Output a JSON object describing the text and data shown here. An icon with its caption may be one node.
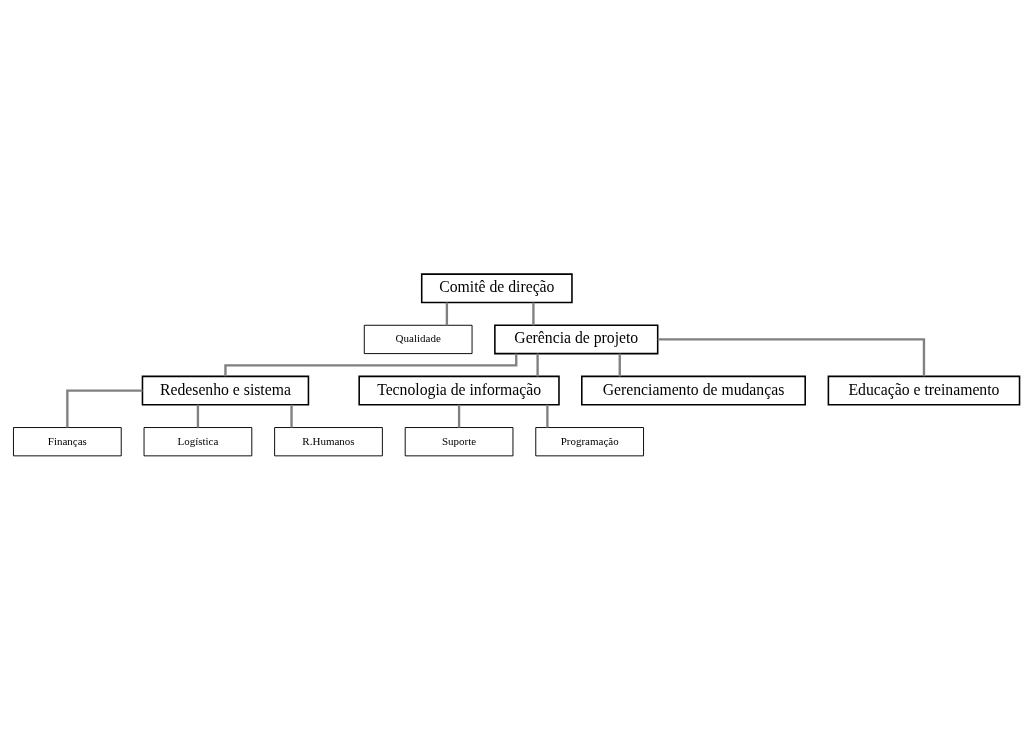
{
  "diagram": {
    "nodes": [
      {
        "text": [
          "Comitê de direção"
        ]
      },
      {
        "text": [
          "Qualidade"
        ]
      },
      {
        "text": [
          "Gerência de projeto"
        ]
      },
      {
        "text": [
          "Redesenho e sistema"
        ]
      },
      {
        "text": [
          "Tecnologia de informação"
        ]
      },
      {
        "text": [
          "Gerenciamento de mudanças"
        ]
      },
      {
        "text": [
          "Educação e treinamento"
        ]
      },
      {
        "text": [
          "Finanças"
        ]
      },
      {
        "text": [
          "Logística"
        ]
      },
      {
        "text": [
          "R.Humanos"
        ]
      },
      {
        "text": [
          "Suporte"
        ]
      },
      {
        "text": [
          "Programação"
        ]
      }
    ],
    "edges": [
      {
        "from": 0,
        "to": 1,
        "arrow": "none"
      },
      {
        "from": 0,
        "to": 2,
        "arrow": "none"
      },
      {
        "from": 2,
        "to": 3,
        "arrow": "none"
      },
      {
        "from": 2,
        "to": 4,
        "arrow": "none"
      },
      {
        "from": 2,
        "to": 5,
        "arrow": "none"
      },
      {
        "from": 2,
        "to": 6,
        "arrow": "none"
      },
      {
        "from": 3,
        "to": 7,
        "arrow": "none"
      },
      {
        "from": 3,
        "to": 8,
        "arrow": "none"
      },
      {
        "from": 3,
        "to": 9,
        "arrow": "none"
      },
      {
        "from": 4,
        "to": 10,
        "arrow": "none"
      },
      {
        "from": 4,
        "to": 11,
        "arrow": "none"
      }
    ]
  }
}
